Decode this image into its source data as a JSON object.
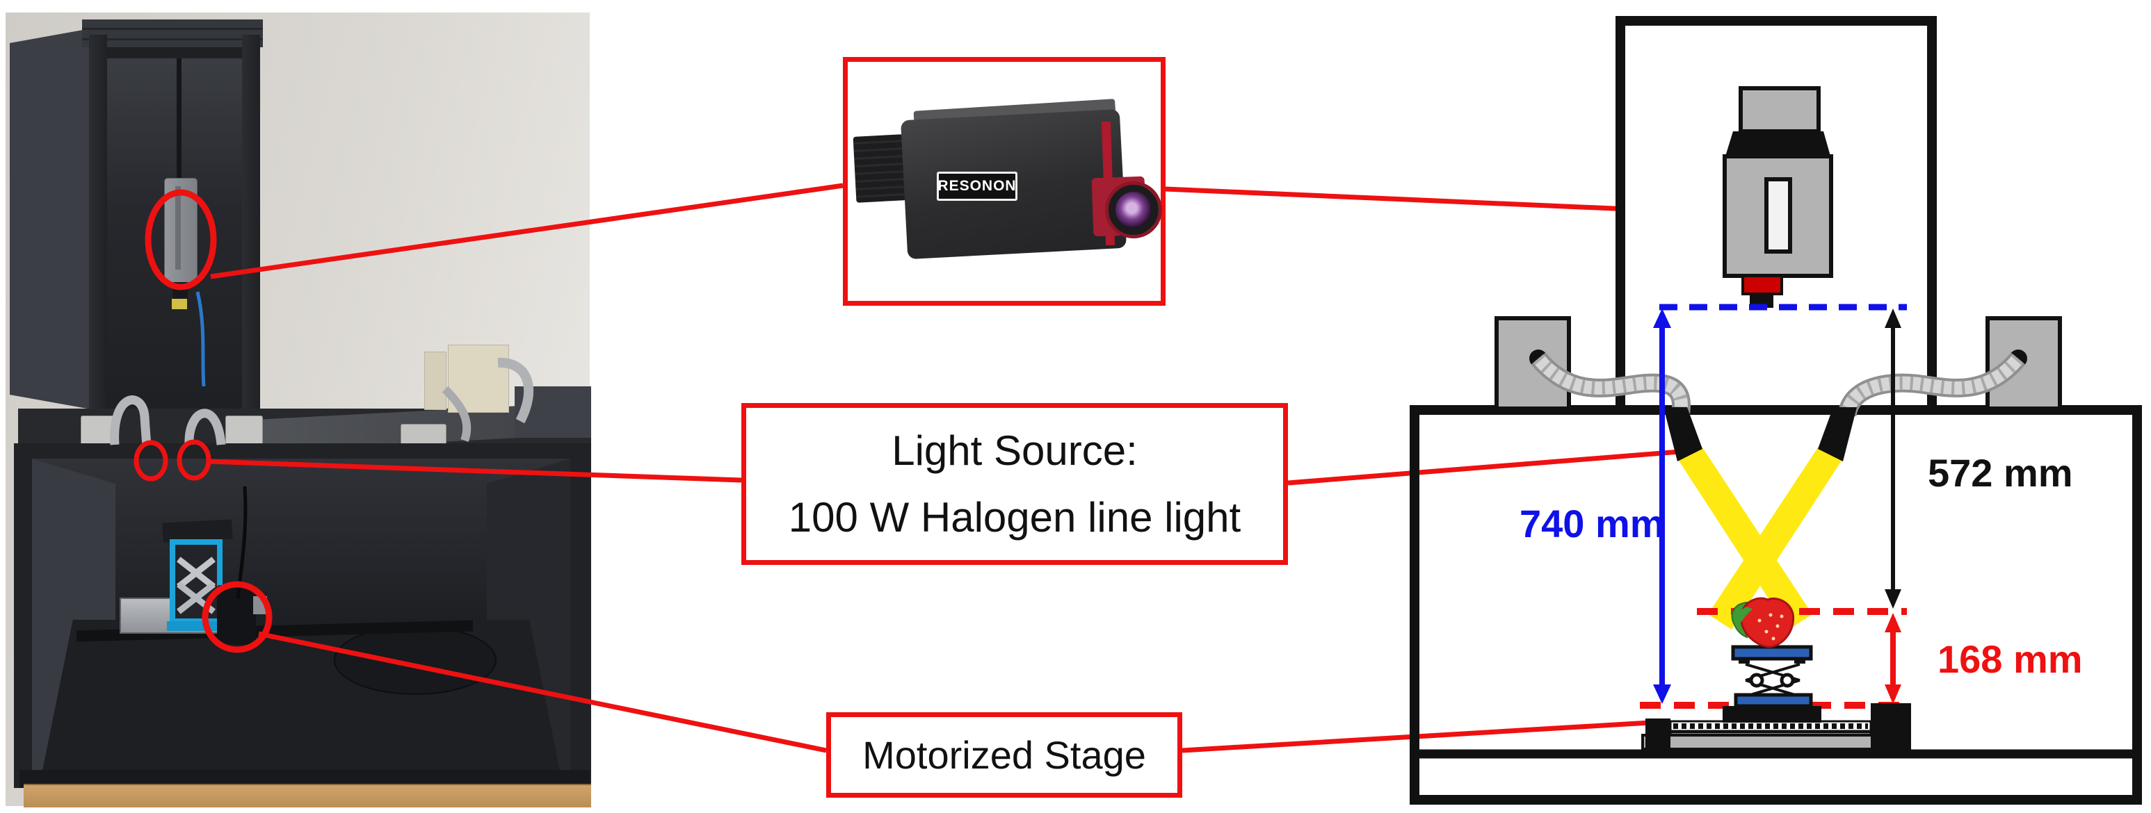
{
  "figure": {
    "background": "#ffffff",
    "accent_red": "#ee1111"
  },
  "callouts": {
    "camera": {
      "brand_label": "RESONON"
    },
    "light_source": {
      "line1": "Light Source:",
      "line2": "100 W Halogen line light"
    },
    "motorized_stage": {
      "label": "Motorized Stage"
    }
  },
  "diagram": {
    "measurements": [
      {
        "id": "camera-to-stage-distance",
        "label": "740 mm",
        "color": "#1010e8"
      },
      {
        "id": "camera-to-sample-distance",
        "label": "572 mm",
        "color": "#111111"
      },
      {
        "id": "sample-to-stage-distance",
        "label": "168 mm",
        "color": "#ee1111"
      }
    ],
    "colors": {
      "light_beam": "#ffe912",
      "platform_blue": "#2b62b8",
      "equipment_gray": "#b3b3b3"
    }
  }
}
